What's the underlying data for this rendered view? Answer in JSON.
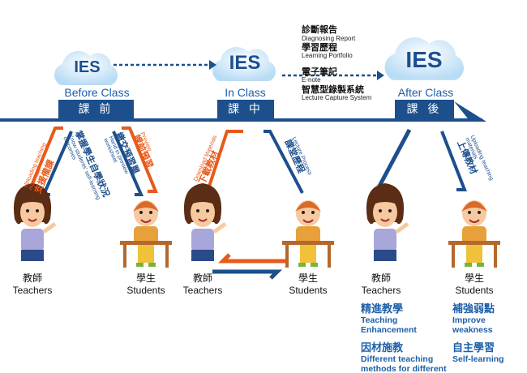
{
  "phases": [
    {
      "cloud": "IES",
      "label": "Before Class",
      "tag": "課 前"
    },
    {
      "cloud": "IES",
      "label": "In Class",
      "tag": "課 中"
    },
    {
      "cloud": "IES",
      "label": "After Class",
      "tag": "課 後"
    }
  ],
  "features": [
    {
      "zh": "診斷報告",
      "en": "Diagnosing Report"
    },
    {
      "zh": "學習歷程",
      "en": "Learning Portfolio"
    },
    {
      "zh": "電子筆記",
      "en": "E-note"
    },
    {
      "zh": "智慧型錄製系統",
      "en": "Lecture Capture System"
    }
  ],
  "flows": {
    "before_teacher_up": {
      "zh": "支援備課",
      "en": "Uploading teaching materials"
    },
    "before_teacher_down": {
      "zh": "掌握學生自學狀況",
      "en": "Know students' self-learning outcomes"
    },
    "before_student_down": {
      "zh": "繳交預習單",
      "en": "Hand in preview worksheet"
    },
    "before_student_up": {
      "zh": "課前預習",
      "en": "Preview"
    },
    "in_teacher_up": {
      "zh": "下載教材",
      "en": "Download Materials"
    },
    "in_student_down": {
      "zh": "課堂歷程",
      "en": "Lecture Process"
    },
    "after_student": {
      "zh": "上傳教材",
      "en": "Uploading teaching materials"
    }
  },
  "roles": {
    "teacher_zh": "教師",
    "teacher_en": "Teachers",
    "student_zh": "學生",
    "student_en": "Students"
  },
  "outcomes": {
    "teacher": [
      {
        "zh": "精進教學",
        "en": "Teaching Enhancement"
      },
      {
        "zh": "因材施教",
        "en": "Different teaching methods for different students"
      }
    ],
    "student": [
      {
        "zh": "補強弱點",
        "en": "Improve weakness"
      },
      {
        "zh": "自主學習",
        "en": "Self-learning"
      }
    ]
  },
  "colors": {
    "blue": "#1c4f8c",
    "orange": "#e85a1a",
    "cloud": "#cfe6f7"
  }
}
